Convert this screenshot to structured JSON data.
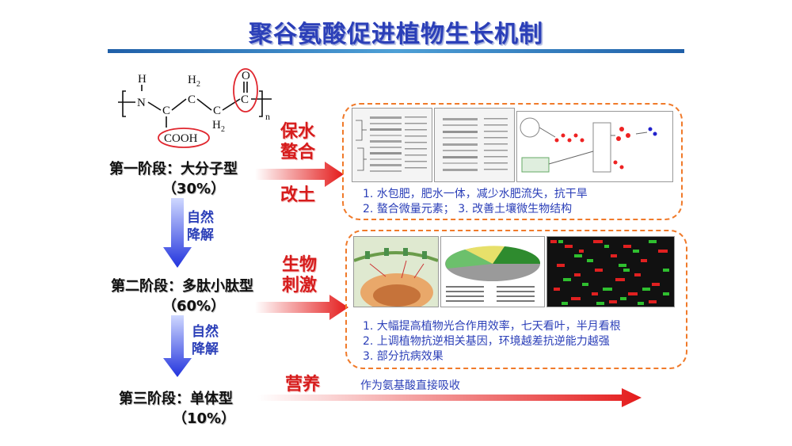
{
  "title": "聚谷氨酸促进植物生长机制",
  "molecule": {
    "h_top": "H",
    "n": "N",
    "h2_a": "H",
    "h2_a_sub": "2",
    "h2_b": "H",
    "h2_b_sub": "2",
    "c1": "C",
    "c2": "C",
    "c3": "C",
    "c4": "C",
    "o": "O",
    "cooh": "COOH",
    "n_sub": "n"
  },
  "stages": [
    {
      "label": "第一阶段：大分子型",
      "pct": "（30%）"
    },
    {
      "label": "第二阶段：多肽小肽型",
      "pct": "（60%）"
    },
    {
      "label": "第三阶段：单体型",
      "pct": "（10%）"
    }
  ],
  "transitions": [
    {
      "line1": "自然",
      "line2": "降解"
    },
    {
      "line1": "自然",
      "line2": "降解"
    }
  ],
  "effects": {
    "stage1_top": [
      "保水",
      "螯合"
    ],
    "stage1_bottom": "改土",
    "stage2": [
      "生物",
      "刺激"
    ],
    "stage3": "营养"
  },
  "descriptions": {
    "box1": [
      "1. 水包肥，肥水一体，减少水肥流失，抗干旱",
      "2. 螯合微量元素；  3. 改善土壤微生物结构"
    ],
    "box2": [
      "1. 大幅提高植物光合作用效率，七天看叶，半月看根",
      "2. 上调植物抗逆相关基因，环境越差抗逆能力越强",
      "3. 部分抗病效果"
    ],
    "stage3": "作为氨基酸直接吸收"
  },
  "colors": {
    "title": "#2b3fb8",
    "accent_red": "#d61c1c",
    "accent_blue": "#2b3fb8",
    "box_border": "#f07a2a"
  }
}
